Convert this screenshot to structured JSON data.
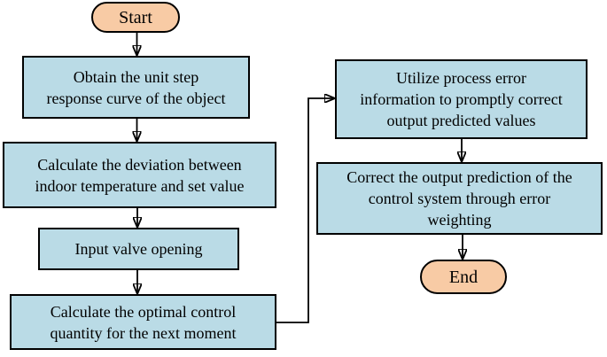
{
  "figure": {
    "type": "flowchart"
  },
  "theme": {
    "background": "#ffffff",
    "process-fill": "#badbe6",
    "terminal-fill": "#f8cba5",
    "stroke": "#000000",
    "text-color": "#000000"
  },
  "nodes": {
    "start": {
      "label": "Start",
      "shape": "terminal"
    },
    "obtain": {
      "label": "Obtain the unit step\nresponse curve of the object",
      "shape": "process"
    },
    "deviation": {
      "label": "Calculate the deviation between\nindoor temperature and set value",
      "shape": "process"
    },
    "valve": {
      "label": "Input valve opening",
      "shape": "process"
    },
    "optimal": {
      "label": "Calculate the optimal control\nquantity for the next moment",
      "shape": "process"
    },
    "utilize": {
      "label": "Utilize process error\ninformation to promptly correct\noutput predicted values",
      "shape": "process"
    },
    "correct": {
      "label": "Correct the output prediction of the\ncontrol system through error\nweighting",
      "shape": "process"
    },
    "end": {
      "label": "End",
      "shape": "terminal"
    }
  },
  "edges": [
    {
      "from": "start",
      "to": "obtain"
    },
    {
      "from": "obtain",
      "to": "deviation"
    },
    {
      "from": "deviation",
      "to": "valve"
    },
    {
      "from": "valve",
      "to": "optimal"
    },
    {
      "from": "optimal",
      "to": "utilize"
    },
    {
      "from": "utilize",
      "to": "correct"
    },
    {
      "from": "correct",
      "to": "end"
    }
  ]
}
